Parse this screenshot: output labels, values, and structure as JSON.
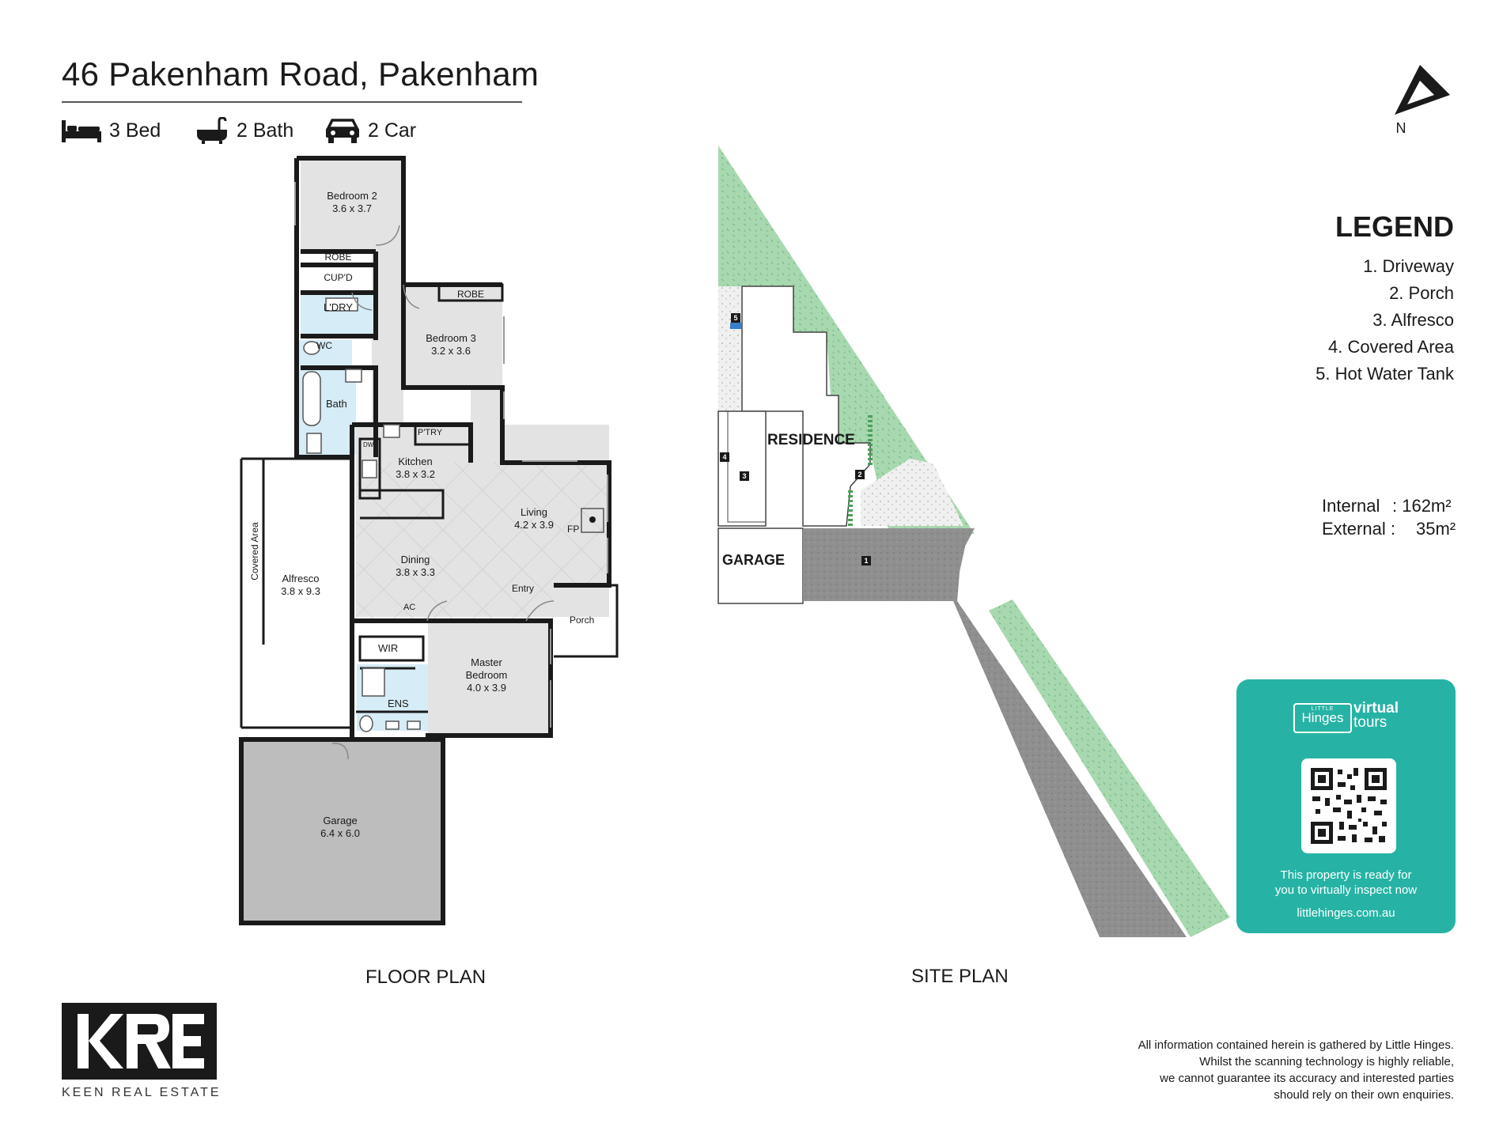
{
  "header": {
    "title": "46 Pakenham Road, Pakenham",
    "beds": "3 Bed",
    "baths": "2 Bath",
    "cars": "2 Car"
  },
  "compass": {
    "label": "N"
  },
  "legend": {
    "title": "LEGEND",
    "items": [
      "1. Driveway",
      "2. Porch",
      "3. Alfresco",
      "4. Covered Area",
      "5. Hot Water Tank"
    ]
  },
  "areas": {
    "internal_label": "Internal",
    "internal_value": ": 162m²",
    "external_label": "External :",
    "external_value": "35m²"
  },
  "floor_plan": {
    "caption": "FLOOR PLAN",
    "rooms": {
      "bedroom2": {
        "name": "Bedroom 2",
        "dims": "3.6 x 3.7"
      },
      "robe1": "ROBE",
      "cupd": "CUP'D",
      "ldry": "L'DRY",
      "wc": "WC",
      "bath": "Bath",
      "robe2": "ROBE",
      "bedroom3": {
        "name": "Bedroom 3",
        "dims": "3.2 x 3.6"
      },
      "ptry": "P'TRY",
      "dw": "DW",
      "kitchen": {
        "name": "Kitchen",
        "dims": "3.8 x 3.2"
      },
      "living": {
        "name": "Living",
        "dims": "4.2 x 3.9"
      },
      "fp": "FP",
      "dining": {
        "name": "Dining",
        "dims": "3.8 x 3.3"
      },
      "entry": "Entry",
      "porch": "Porch",
      "ac": "AC",
      "covered_area": "Covered Area",
      "alfresco": {
        "name": "Alfresco",
        "dims": "3.8 x 9.3"
      },
      "wir": "WIR",
      "ens": "ENS",
      "master": {
        "name1": "Master",
        "name2": "Bedroom",
        "dims": "4.0 x 3.9"
      },
      "garage": {
        "name": "Garage",
        "dims": "6.4 x 6.0"
      }
    }
  },
  "site_plan": {
    "caption": "SITE PLAN",
    "residence": "RESIDENCE",
    "garage": "GARAGE",
    "markers": [
      "1",
      "2",
      "3",
      "4",
      "5"
    ]
  },
  "virtual_tour": {
    "brand_small": "LITTLE",
    "brand": "Hinges",
    "virtual": "virtual",
    "tours": "tours",
    "line1": "This property is ready for",
    "line2": "you to virtually inspect now",
    "url": "littlehinges.com.au"
  },
  "agency": {
    "logo_text": "KRE",
    "name": "KEEN REAL ESTATE"
  },
  "disclaimer": [
    "All information contained herein is gathered by Little Hinges.",
    "Whilst the scanning technology is highly reliable,",
    "we cannot guarantee its accuracy and interested parties",
    "should rely on their own enquiries."
  ],
  "colors": {
    "wet_area": "#d6ecf7",
    "hall": "#e3e3e3",
    "garage_floor": "#bdbdbd",
    "lawn": "#a8d8b0",
    "driveway": "#8f8f8f",
    "brand_teal": "#26b3a5"
  }
}
